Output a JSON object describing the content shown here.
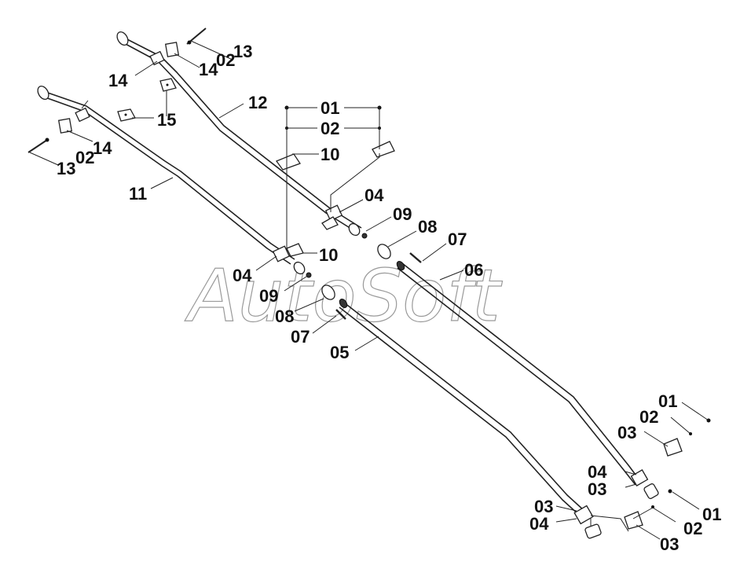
{
  "watermark": "AutoSoft",
  "callouts": [
    {
      "id": "c01a",
      "text": "01"
    },
    {
      "id": "c02a",
      "text": "02"
    },
    {
      "id": "c10a",
      "text": "10"
    },
    {
      "id": "c12",
      "text": "12"
    },
    {
      "id": "c13a",
      "text": "13"
    },
    {
      "id": "c02b",
      "text": "02"
    },
    {
      "id": "c14a",
      "text": "14"
    },
    {
      "id": "c14b",
      "text": "14"
    },
    {
      "id": "c15",
      "text": "15"
    },
    {
      "id": "c14c",
      "text": "14"
    },
    {
      "id": "c02c",
      "text": "02"
    },
    {
      "id": "c13b",
      "text": "13"
    },
    {
      "id": "c11",
      "text": "11"
    },
    {
      "id": "c04a",
      "text": "04"
    },
    {
      "id": "c09a",
      "text": "09"
    },
    {
      "id": "c08a",
      "text": "08"
    },
    {
      "id": "c07a",
      "text": "07"
    },
    {
      "id": "c06",
      "text": "06"
    },
    {
      "id": "c10b",
      "text": "10"
    },
    {
      "id": "c04b",
      "text": "04"
    },
    {
      "id": "c09b",
      "text": "09"
    },
    {
      "id": "c08b",
      "text": "08"
    },
    {
      "id": "c07b",
      "text": "07"
    },
    {
      "id": "c05",
      "text": "05"
    },
    {
      "id": "c01b",
      "text": "01"
    },
    {
      "id": "c02d",
      "text": "02"
    },
    {
      "id": "c03a",
      "text": "03"
    },
    {
      "id": "c04c",
      "text": "04"
    },
    {
      "id": "c03b",
      "text": "03"
    },
    {
      "id": "c01c",
      "text": "01"
    },
    {
      "id": "c02e",
      "text": "02"
    },
    {
      "id": "c03c",
      "text": "03"
    },
    {
      "id": "c04d",
      "text": "04"
    },
    {
      "id": "c03d",
      "text": "03"
    }
  ]
}
